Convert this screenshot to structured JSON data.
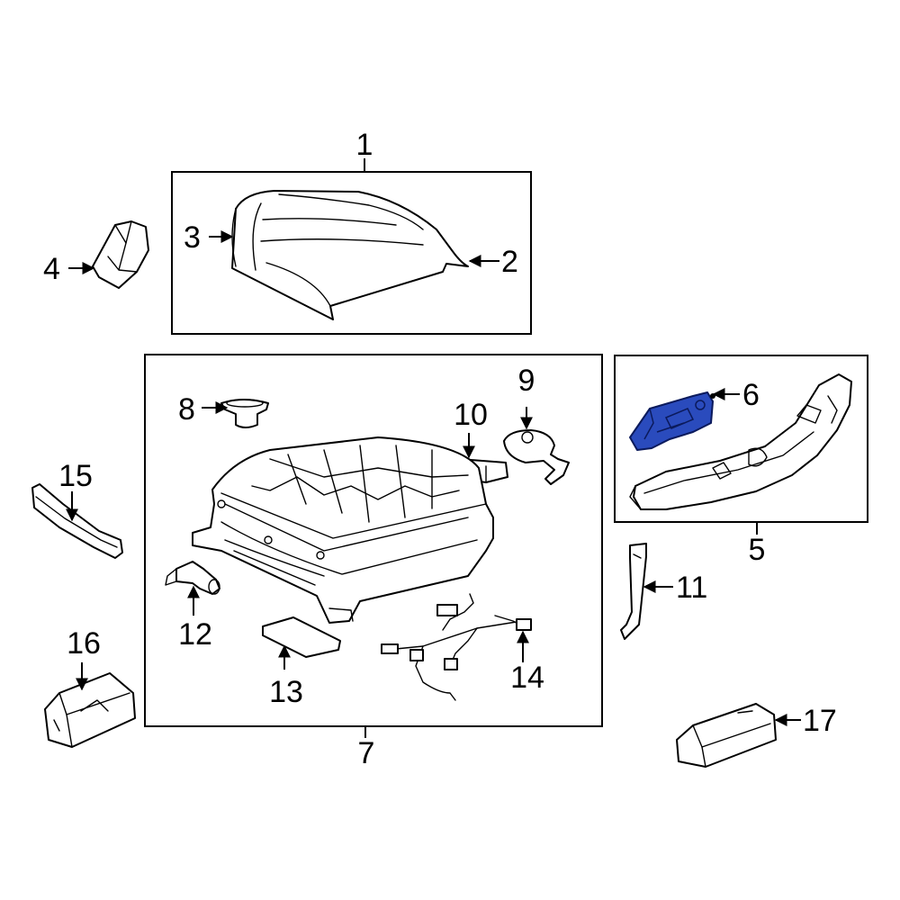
{
  "callouts": {
    "c1": "1",
    "c2": "2",
    "c3": "3",
    "c4": "4",
    "c5": "5",
    "c6": "6",
    "c7": "7",
    "c8": "8",
    "c9": "9",
    "c10": "10",
    "c11": "11",
    "c12": "12",
    "c13": "13",
    "c14": "14",
    "c15": "15",
    "c16": "16",
    "c17": "17"
  },
  "highlight": {
    "part": "6",
    "color": "#2a4bbd"
  }
}
